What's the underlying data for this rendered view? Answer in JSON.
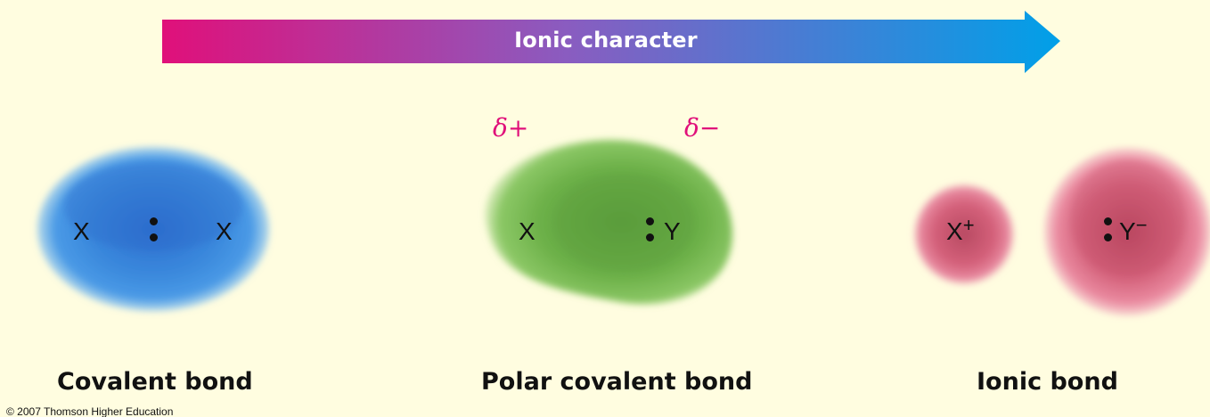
{
  "arrow": {
    "label": "Ionic character",
    "color_start": "#e0107a",
    "color_end": "#00a0e8"
  },
  "covalent": {
    "atom_left": "X",
    "atom_right": "X",
    "caption": "Covalent bond",
    "color": "#2f7fd6"
  },
  "polar": {
    "atom_left": "X",
    "atom_right": "Y",
    "delta_left": "δ+",
    "delta_right": "δ−",
    "caption": "Polar covalent bond",
    "color": "#6fb04a"
  },
  "ionic": {
    "cation_symbol": "X",
    "cation_charge": "+",
    "anion_symbol": "Y",
    "anion_charge": "−",
    "caption": "Ionic bond",
    "color": "#d9607a"
  },
  "copyright": "© 2007 Thomson Higher Education"
}
